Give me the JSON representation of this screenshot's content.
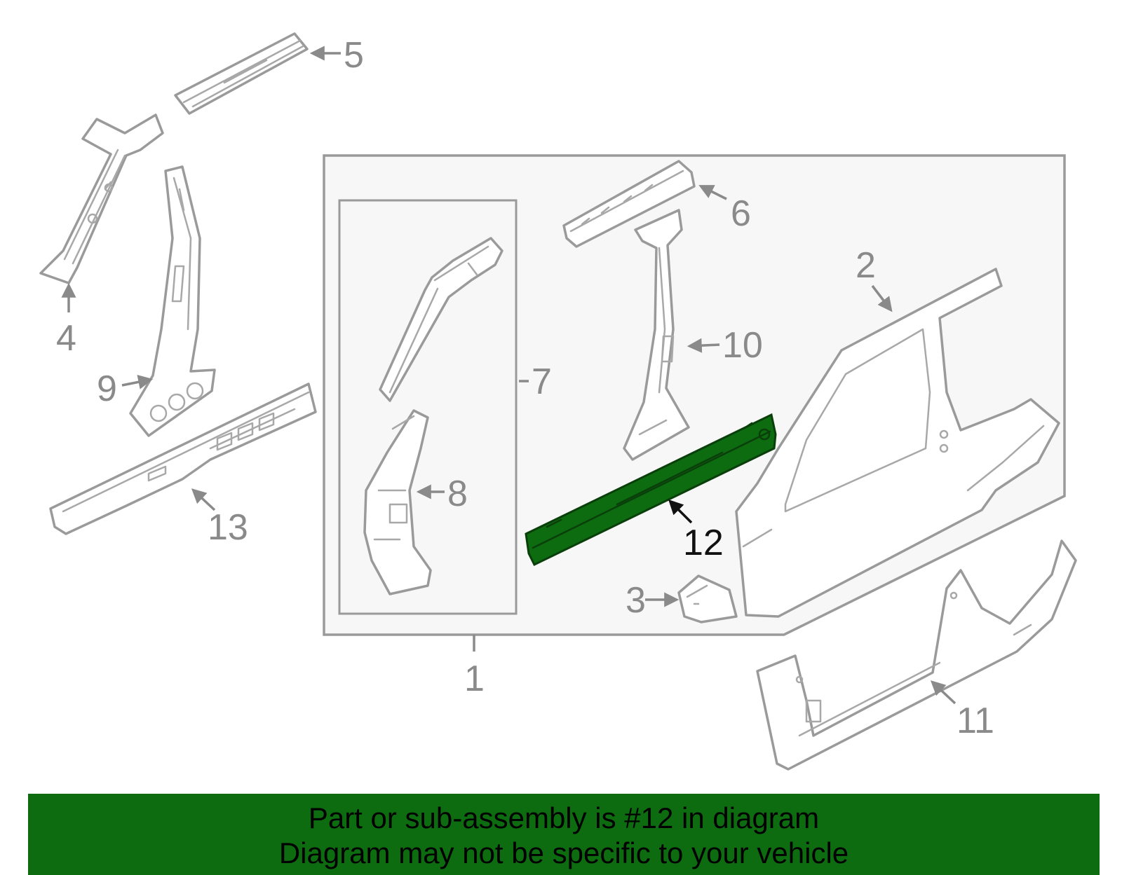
{
  "diagram": {
    "callouts": [
      {
        "id": "1",
        "text": "1"
      },
      {
        "id": "2",
        "text": "2"
      },
      {
        "id": "3",
        "text": "3"
      },
      {
        "id": "4",
        "text": "4"
      },
      {
        "id": "5",
        "text": "5"
      },
      {
        "id": "6",
        "text": "6"
      },
      {
        "id": "7",
        "text": "7"
      },
      {
        "id": "8",
        "text": "8"
      },
      {
        "id": "9",
        "text": "9"
      },
      {
        "id": "10",
        "text": "10"
      },
      {
        "id": "11",
        "text": "11"
      },
      {
        "id": "12",
        "text": "12"
      },
      {
        "id": "13",
        "text": "13"
      }
    ],
    "highlighted_part": "12",
    "colors": {
      "highlight": "#0d6b10",
      "outline": "#9a9a9a",
      "box_fill": "#f7f7f7",
      "label": "#8a8a8a"
    }
  },
  "banner": {
    "line1": "Part or sub-assembly is #12 in diagram",
    "line2": "Diagram may not be specific to your vehicle",
    "background": "#0d6b10"
  }
}
